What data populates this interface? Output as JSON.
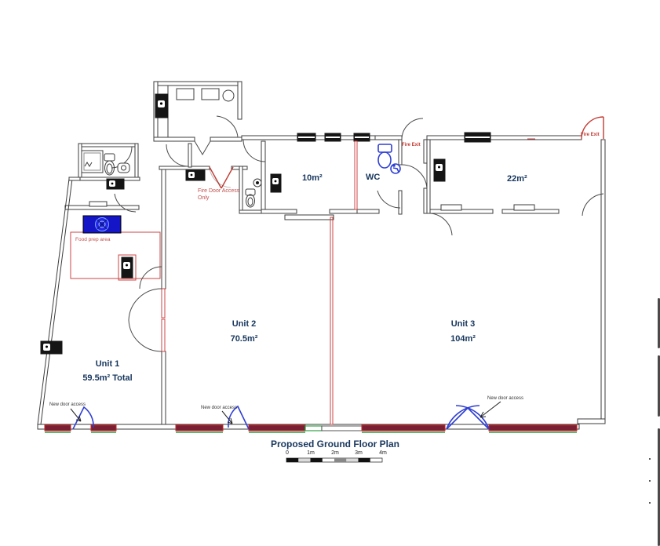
{
  "plan": {
    "title": "Proposed Ground Floor Plan",
    "units": [
      {
        "name": "Unit 1",
        "area": "59.5m² Total"
      },
      {
        "name": "Unit 2",
        "area": "70.5m²"
      },
      {
        "name": "Unit 3",
        "area": "104m²"
      }
    ],
    "rooms": [
      {
        "label": "10m²"
      },
      {
        "label": "WC"
      },
      {
        "label": "22m²"
      }
    ],
    "annotations": {
      "fire_door_access_line1": "Fire Door Access",
      "fire_door_access_line2": "Only",
      "fire_exit_corridor": "Fire Exit",
      "fire_exit_top_right": "Fire Exit",
      "food_prep_area": "Food prep area",
      "new_door_access_1": "New door access",
      "new_door_access_2": "New door access",
      "new_door_access_3": "New door access"
    },
    "scale": {
      "labels": [
        "0",
        "1m",
        "2m",
        "3m",
        "4m"
      ]
    },
    "colors": {
      "wall": "#3d3d3d",
      "label_navy": "#17365d",
      "fire_red": "#c23b33",
      "new_window_fill": "#7b1f35",
      "new_window_edge": "#cc2222",
      "approved_green": "#2f9e44",
      "new_door_blue": "#2f3fd3",
      "fixture_blue": "#1515c8"
    }
  }
}
